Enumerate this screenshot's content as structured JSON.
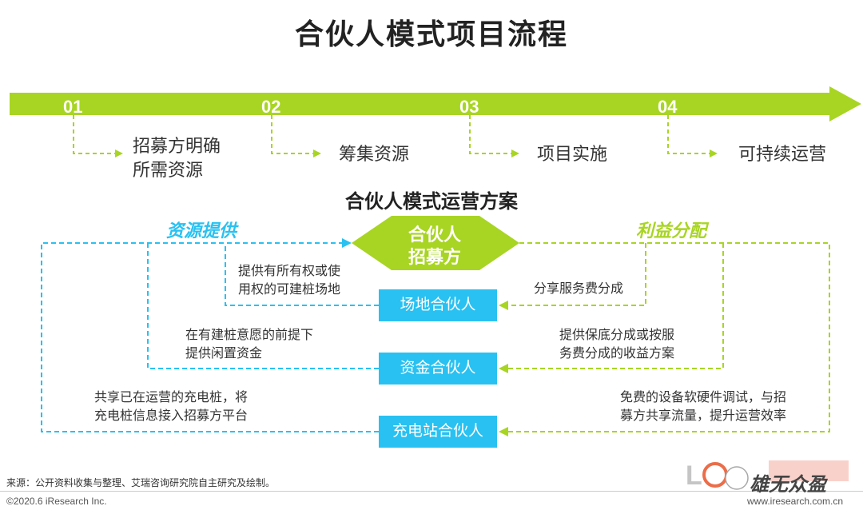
{
  "title": "合伙人模式项目流程",
  "timeline": {
    "steps": [
      {
        "num": "01",
        "label_lines": [
          "招募方明确",
          "所需资源"
        ]
      },
      {
        "num": "02",
        "label_lines": [
          "筹集资源"
        ]
      },
      {
        "num": "03",
        "label_lines": [
          "项目实施"
        ]
      },
      {
        "num": "04",
        "label_lines": [
          "可持续运营"
        ]
      }
    ]
  },
  "scheme": {
    "title": "合伙人模式运营方案",
    "left_title": "资源提供",
    "right_title": "利益分配",
    "center_lines": [
      "合伙人",
      "招募方"
    ],
    "partners": [
      {
        "label": "场地合伙人",
        "left_note": [
          "提供有所有权或使",
          "用权的可建桩场地"
        ],
        "right_note": [
          "分享服务费分成"
        ]
      },
      {
        "label": "资金合伙人",
        "left_note": [
          "在有建桩意愿的前提下",
          "提供闲置资金"
        ],
        "right_note": [
          "提供保底分成或按服",
          "务费分成的收益方案"
        ]
      },
      {
        "label": "充电站合伙人",
        "left_note": [
          "共享已在运营的充电桩，将",
          "充电桩信息接入招募方平台"
        ],
        "right_note": [
          "免费的设备软硬件调试，与招",
          "募方共享流量，提升运营效率"
        ]
      }
    ]
  },
  "footer": {
    "source": "来源：公开资料收集与整理、艾瑞咨询研究院自主研究及绘制。",
    "copyright": "©2020.6 iResearch Inc.",
    "url": "www.iresearch.com.cn"
  },
  "watermark": {
    "text": "雄无众盈"
  },
  "colors": {
    "green": "#a8d523",
    "blue": "#29c1f1",
    "dark": "#222222"
  }
}
